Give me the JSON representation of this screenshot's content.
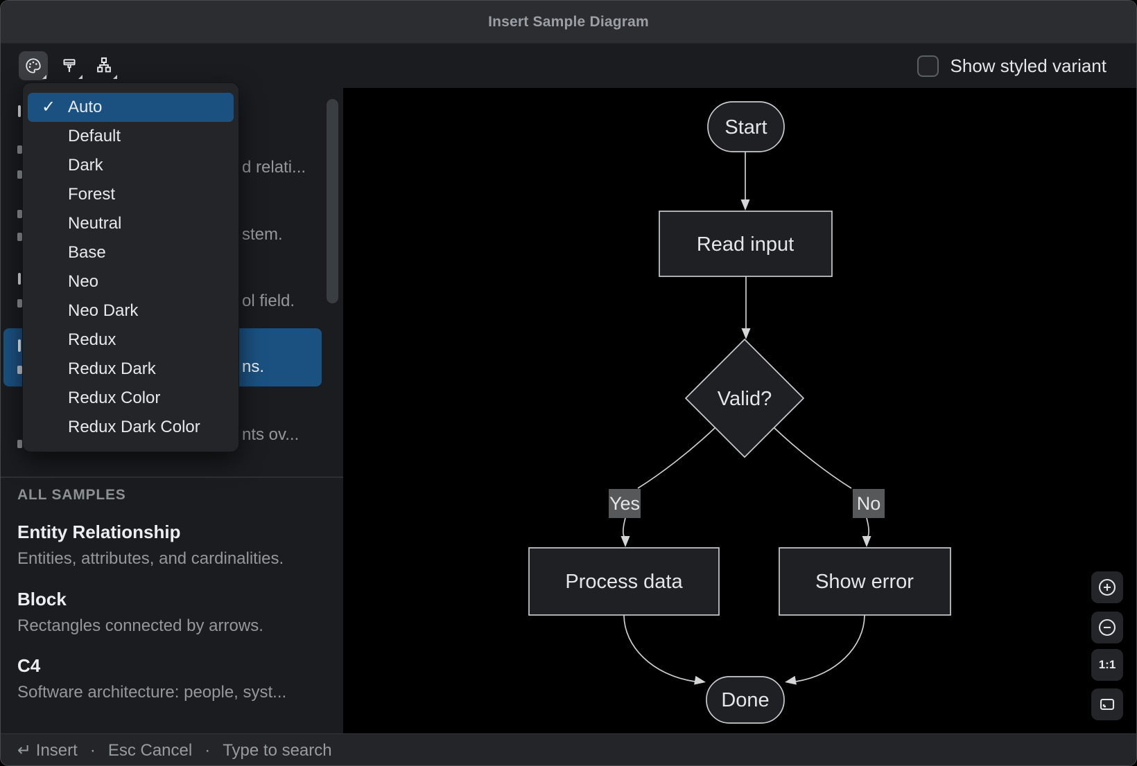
{
  "dialog": {
    "title": "Insert Sample Diagram"
  },
  "toolbar": {
    "show_styled_variant": "Show styled variant"
  },
  "theme_menu": {
    "check_glyph": "✓",
    "items": [
      {
        "label": "Auto",
        "selected": true
      },
      {
        "label": "Default"
      },
      {
        "label": "Dark"
      },
      {
        "label": "Forest"
      },
      {
        "label": "Neutral"
      },
      {
        "label": "Base"
      },
      {
        "label": "Neo"
      },
      {
        "label": "Neo Dark"
      },
      {
        "label": "Redux"
      },
      {
        "label": "Redux Dark"
      },
      {
        "label": "Redux Color"
      },
      {
        "label": "Redux Dark Color"
      }
    ]
  },
  "sidebar": {
    "occluded_fragments": [
      {
        "text": "d relati..."
      },
      {
        "text": "stem."
      },
      {
        "text": "ol field."
      },
      {
        "text": "ns."
      },
      {
        "text": "nts ov..."
      }
    ],
    "section_header": "ALL SAMPLES",
    "samples": [
      {
        "title": "Entity Relationship",
        "desc": "Entities, attributes, and cardinalities."
      },
      {
        "title": "Block",
        "desc": "Rectangles connected by arrows."
      },
      {
        "title": "C4",
        "desc": "Software architecture: people, syst..."
      }
    ]
  },
  "diagram": {
    "nodes": {
      "start": "Start",
      "read": "Read input",
      "valid": "Valid?",
      "process": "Process data",
      "error": "Show error",
      "done": "Done"
    },
    "edge_labels": {
      "yes": "Yes",
      "no": "No"
    }
  },
  "canvas": {
    "one_to_one": "1:1"
  },
  "statusbar": {
    "insert": "↵ Insert",
    "separator": "·",
    "cancel": "Esc Cancel",
    "hint": "Type to search"
  },
  "colors": {
    "accent_blue": "#1b5180",
    "canvas_bg": "#000000",
    "panel_bg": "#1a1c1f",
    "titlebar_bg": "#2b2d30"
  }
}
